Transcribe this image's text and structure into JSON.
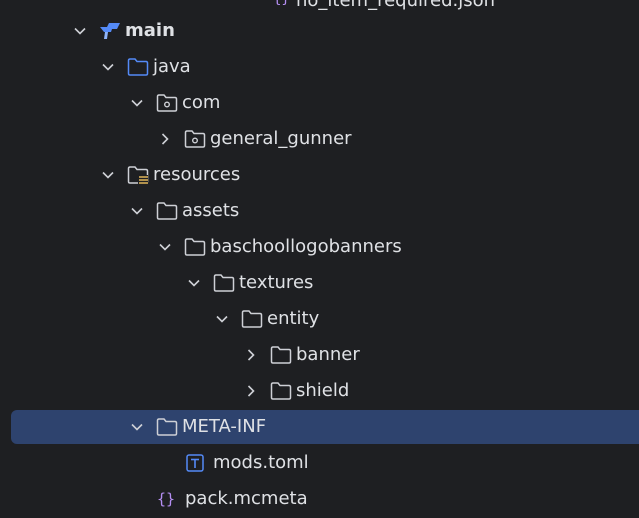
{
  "tree": {
    "top_partial": {
      "label": "no_item_required.json"
    },
    "rows": [
      {
        "id": "main",
        "label": "main",
        "arrow": "down",
        "icon": "module-folder-icon",
        "bold": true
      },
      {
        "id": "java",
        "label": "java",
        "arrow": "down",
        "icon": "source-folder-icon"
      },
      {
        "id": "com",
        "label": "com",
        "arrow": "down",
        "icon": "package-icon"
      },
      {
        "id": "general_gunner",
        "label": "general_gunner",
        "arrow": "right",
        "icon": "package-icon"
      },
      {
        "id": "resources",
        "label": "resources",
        "arrow": "down",
        "icon": "resources-folder-icon"
      },
      {
        "id": "assets",
        "label": "assets",
        "arrow": "down",
        "icon": "folder-icon"
      },
      {
        "id": "baschoollogobanners",
        "label": "baschoollogobanners",
        "arrow": "down",
        "icon": "folder-icon"
      },
      {
        "id": "textures",
        "label": "textures",
        "arrow": "down",
        "icon": "folder-icon"
      },
      {
        "id": "entity",
        "label": "entity",
        "arrow": "down",
        "icon": "folder-icon"
      },
      {
        "id": "banner",
        "label": "banner",
        "arrow": "right",
        "icon": "folder-icon"
      },
      {
        "id": "shield",
        "label": "shield",
        "arrow": "right",
        "icon": "folder-icon"
      },
      {
        "id": "meta_inf",
        "label": "META-INF",
        "arrow": "down",
        "icon": "folder-icon",
        "selected": true
      },
      {
        "id": "mods_toml",
        "label": "mods.toml",
        "arrow": "none",
        "icon": "toml-file-icon"
      },
      {
        "id": "pack_mcmeta",
        "label": "pack.mcmeta",
        "arrow": "none",
        "icon": "json-file-icon"
      }
    ]
  },
  "colors": {
    "background": "#1e1f22",
    "text": "#dfe1e5",
    "icon_gray": "#ced0d6",
    "icon_blue": "#548af7",
    "resources_gold": "#d6ae58",
    "selection": "#2e436e",
    "arrow": "#ced0d6"
  }
}
